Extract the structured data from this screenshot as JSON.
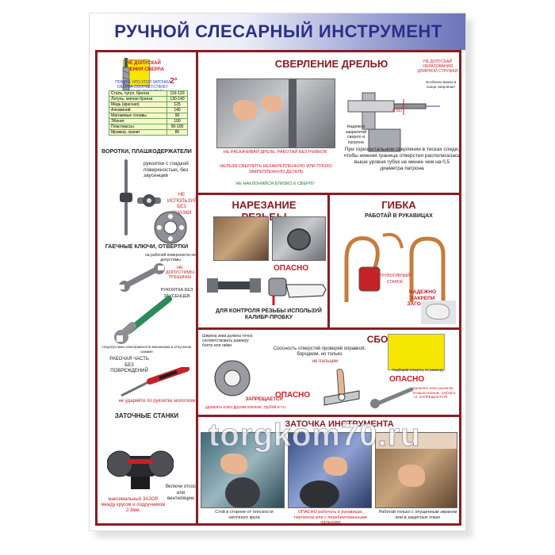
{
  "title": "РУЧНОЙ СЛЕСАРНЫЙ ИНСТРУМЕНТ",
  "left": {
    "drill_warning": "НЕ ДОПУСКАЙ БИЕНИЯ СВЕРЛА",
    "drill_tip": "ПОМНИ, ЧТО УГОЛ ЗАТОЧКИ СВЕРЛА СООТВЕТСТВУЕТ ОБРАБАТЫВАЕМОМУ МАТЕРИАЛУ",
    "angle_value": "2°",
    "table": [
      [
        "Сталь, чугун, бронза",
        "116-120"
      ],
      [
        "Латунь, мягкая бронза",
        "130-140"
      ],
      [
        "Медь (красная)",
        "125"
      ],
      [
        "Алюминий",
        "140"
      ],
      [
        "Магниевые сплавы",
        "90"
      ],
      [
        "Эбонит",
        "100"
      ],
      [
        "Пластмассы",
        "90-100"
      ],
      [
        "Мрамор, гранит",
        "80"
      ]
    ],
    "wrenches_head": "ВОРОТКИ, ПЛАШКОДЕРЖАТЕЛИ",
    "smooth_handles": "рукоятки с гладкой поверхностью, без заусенцев",
    "no_grease": "НЕ ИСПОЛЬЗУЙ БЕЗ СМАЗКИ",
    "keys_head": "ГАЕЧНЫЕ КЛЮЧИ, ОТВЕРТКИ",
    "no_cracks_note": "на рабочей поверхности не допустимы",
    "no_cracks": "НЕ ДОПУСТИМЫ ТРЕЩИНЫ",
    "handle_note": "РУКОЯТКА БЕЗ ЗАУСЕНЦЕВ",
    "jaws_note": "Недопустимы неисправности механизма в отпускном зажиме",
    "work_part": "РАБОЧАЯ ЧАСТЬ БЕЗ ПОВРЕЖДЕНИЙ",
    "no_hammer": "не ударяйте по рукоятке молотком",
    "grinders_head": "ЗАТОЧНЫЕ СТАНКИ",
    "grinder_note": "Включи отсос или вентиляцию",
    "gap_note": "максимальный ЗАЗОР между кругом и подручником 2-3мм."
  },
  "drilling": {
    "head": "СВЕРЛЕНИЕ ДРЕЛЬЮ",
    "long_chips": "НЕ ДОПУСКАЙ ОБРАЗОВАНИЯ ДЛИННОЙ СТРУЖКИ",
    "tool_free": "Особенно важно в конце сверления",
    "dim1": "0,5D",
    "chuck_note": "Надежно закрепляй сверло в патроне",
    "no_swing": "НЕ РАСКАЧИВАЙ ДРЕЛЬ, РАБОТАЙ БЕЗ РЫВКОВ",
    "no_loose": "НЕЛЬЗЯ СВЕРЛИТЬ НЕЗАКРЕПЛЕННУЮ ИЛИ ПЛОХО ЗАКРЕПЛЕННУЮ ДЕТАЛЬ",
    "no_lean": "НЕ НАКЛОНЯЙСЯ БЛИЗКО К СВЕРЛУ",
    "horizontal": "При горизонтальном сверлении в тисках следи, чтобы нижняя граница отверстия располагалась выше уровня губок не менее чем на 0,5 диаметра патрона"
  },
  "threading": {
    "head": "НАРЕЗАНИЕ РЕЗЬБЫ",
    "danger": "ОПАСНО",
    "gauge": "ДЛЯ КОНТРОЛЯ РЕЗЬБЫ ИСПОЛЬЗУЙ КАЛИБР-ПРОБКУ"
  },
  "bending": {
    "head": "ГИБКА",
    "gloves": "РАБОТАЙ В РУКАВИЦАХ",
    "pipe": "ТРУБОГИБНЫЙ СТАНОК",
    "fix": "НАДЕЖНО ЗАКРЕПИ ЗАГОТОВКУ"
  },
  "assembly": {
    "head": "СБОРКА",
    "width_note": "Ширина зева должна точно соответствовать размеру болта или гайки",
    "forbidden": "ЗАПРЕЩАЕТСЯ",
    "forbidden_note": "удлинять ключ другим ключом, трубой и т.п.",
    "align": "Соосность отверстий проверяй оправкой, бородком, но только",
    "not_finger": "не пальцем",
    "danger": "ОПАСНО",
    "pick": "Подбирай отвертку по размеру",
    "danger2": "ОПАСНО",
    "extend": "Удлинять ключ рычагом, вторым ключом, трубой и т.п. ЗАПРЕЩАЕТСЯ!"
  },
  "sharpening": {
    "head": "ЗАТОЧКА ИНСТРУМЕНТА",
    "stand_side": "Стой в стороне от плоскости заточного круга",
    "gloves": "ОПАСНО работать в рукавицах, перчатках или с перебинтованными пальцами",
    "glasses": "Работай только с опущенным экраном или в защитных очках"
  },
  "watermark": "torgkom70.ru",
  "colors": {
    "accent": "#8a1c24",
    "title": "#2c2f8a",
    "warn": "#d01b24",
    "info": "#2e39b5"
  }
}
